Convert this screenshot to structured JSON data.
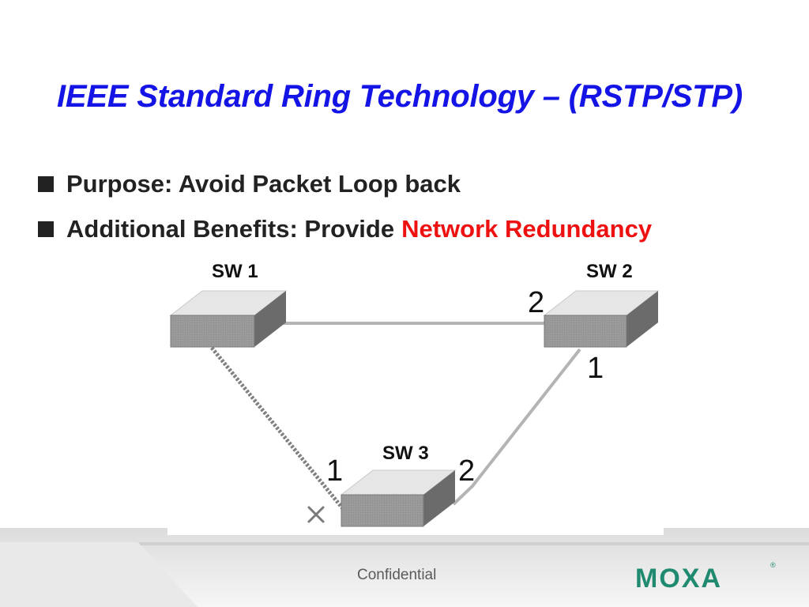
{
  "slide": {
    "title": "IEEE Standard Ring Technology – (RSTP/STP)",
    "bullets": [
      {
        "text": "Purpose: Avoid Packet Loop back"
      },
      {
        "text": "Additional Benefits: Provide",
        "highlight": "Network Redundancy"
      }
    ]
  },
  "diagram": {
    "switches": [
      {
        "id": "sw1",
        "label": "SW 1"
      },
      {
        "id": "sw2",
        "label": "SW 2"
      },
      {
        "id": "sw3",
        "label": "SW 3"
      }
    ],
    "ports": {
      "sw2_port_2": "2",
      "sw2_port_1": "1",
      "sw3_port_1": "1",
      "sw3_port_2": "2"
    },
    "blocked_link": "sw1-sw3",
    "blocked_marker_icon": "x-icon"
  },
  "footer": {
    "label": "Confidential",
    "logo": "MOXA"
  },
  "colors": {
    "title": "#1414e6",
    "highlight": "#ee1111",
    "switch_front": "#9a9a9a",
    "link": "#b4b4b4",
    "blocked_link": "#808080",
    "logo": "#1f8a70"
  }
}
